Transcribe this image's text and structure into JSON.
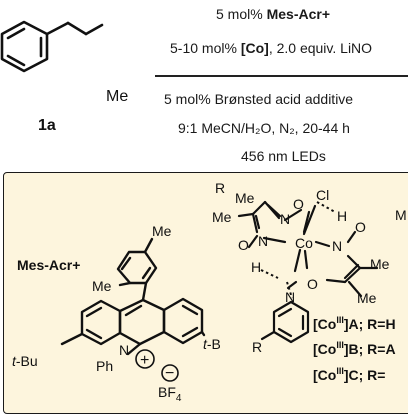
{
  "conditions": {
    "line1_prefix": "5 mol% ",
    "line1_bold": "Mes-Acr+",
    "line2_prefix": "5-10 mol% ",
    "line2_bold": "[Co]",
    "line2_suffix": ", 2.0 equiv. LiNO",
    "line3": "5 mol% Brønsted acid additive",
    "line4": "9:1 MeCN/H₂O, N₂, 20-44 h",
    "line5": "456 nm LEDs"
  },
  "substrate": {
    "label": "1a",
    "substituent": "Me"
  },
  "mes_acr": {
    "title": "Mes-Acr+",
    "me_top": "Me",
    "me_ortho": "Me",
    "tbu_left": "t-Bu",
    "tbu_right": "t-Bu",
    "n": "N",
    "ph": "Ph",
    "plus": "+",
    "minus": "−",
    "bf4": "BF",
    "bf4_sub": "4"
  },
  "cobalt": {
    "co": "Co",
    "cl": "Cl",
    "h1": "H",
    "h2": "H",
    "o": "O",
    "n": "N",
    "me": "Me",
    "me_partial": "M",
    "r": "R",
    "catA_prefix": "[Co",
    "catA_sup": "III",
    "catA_suffix": "]A; R=H",
    "catB_prefix": "[Co",
    "catB_sup": "III",
    "catB_suffix": "]B; R=A",
    "catC_prefix": "[Co",
    "catC_sup": "III",
    "catC_suffix": "]C; R="
  }
}
